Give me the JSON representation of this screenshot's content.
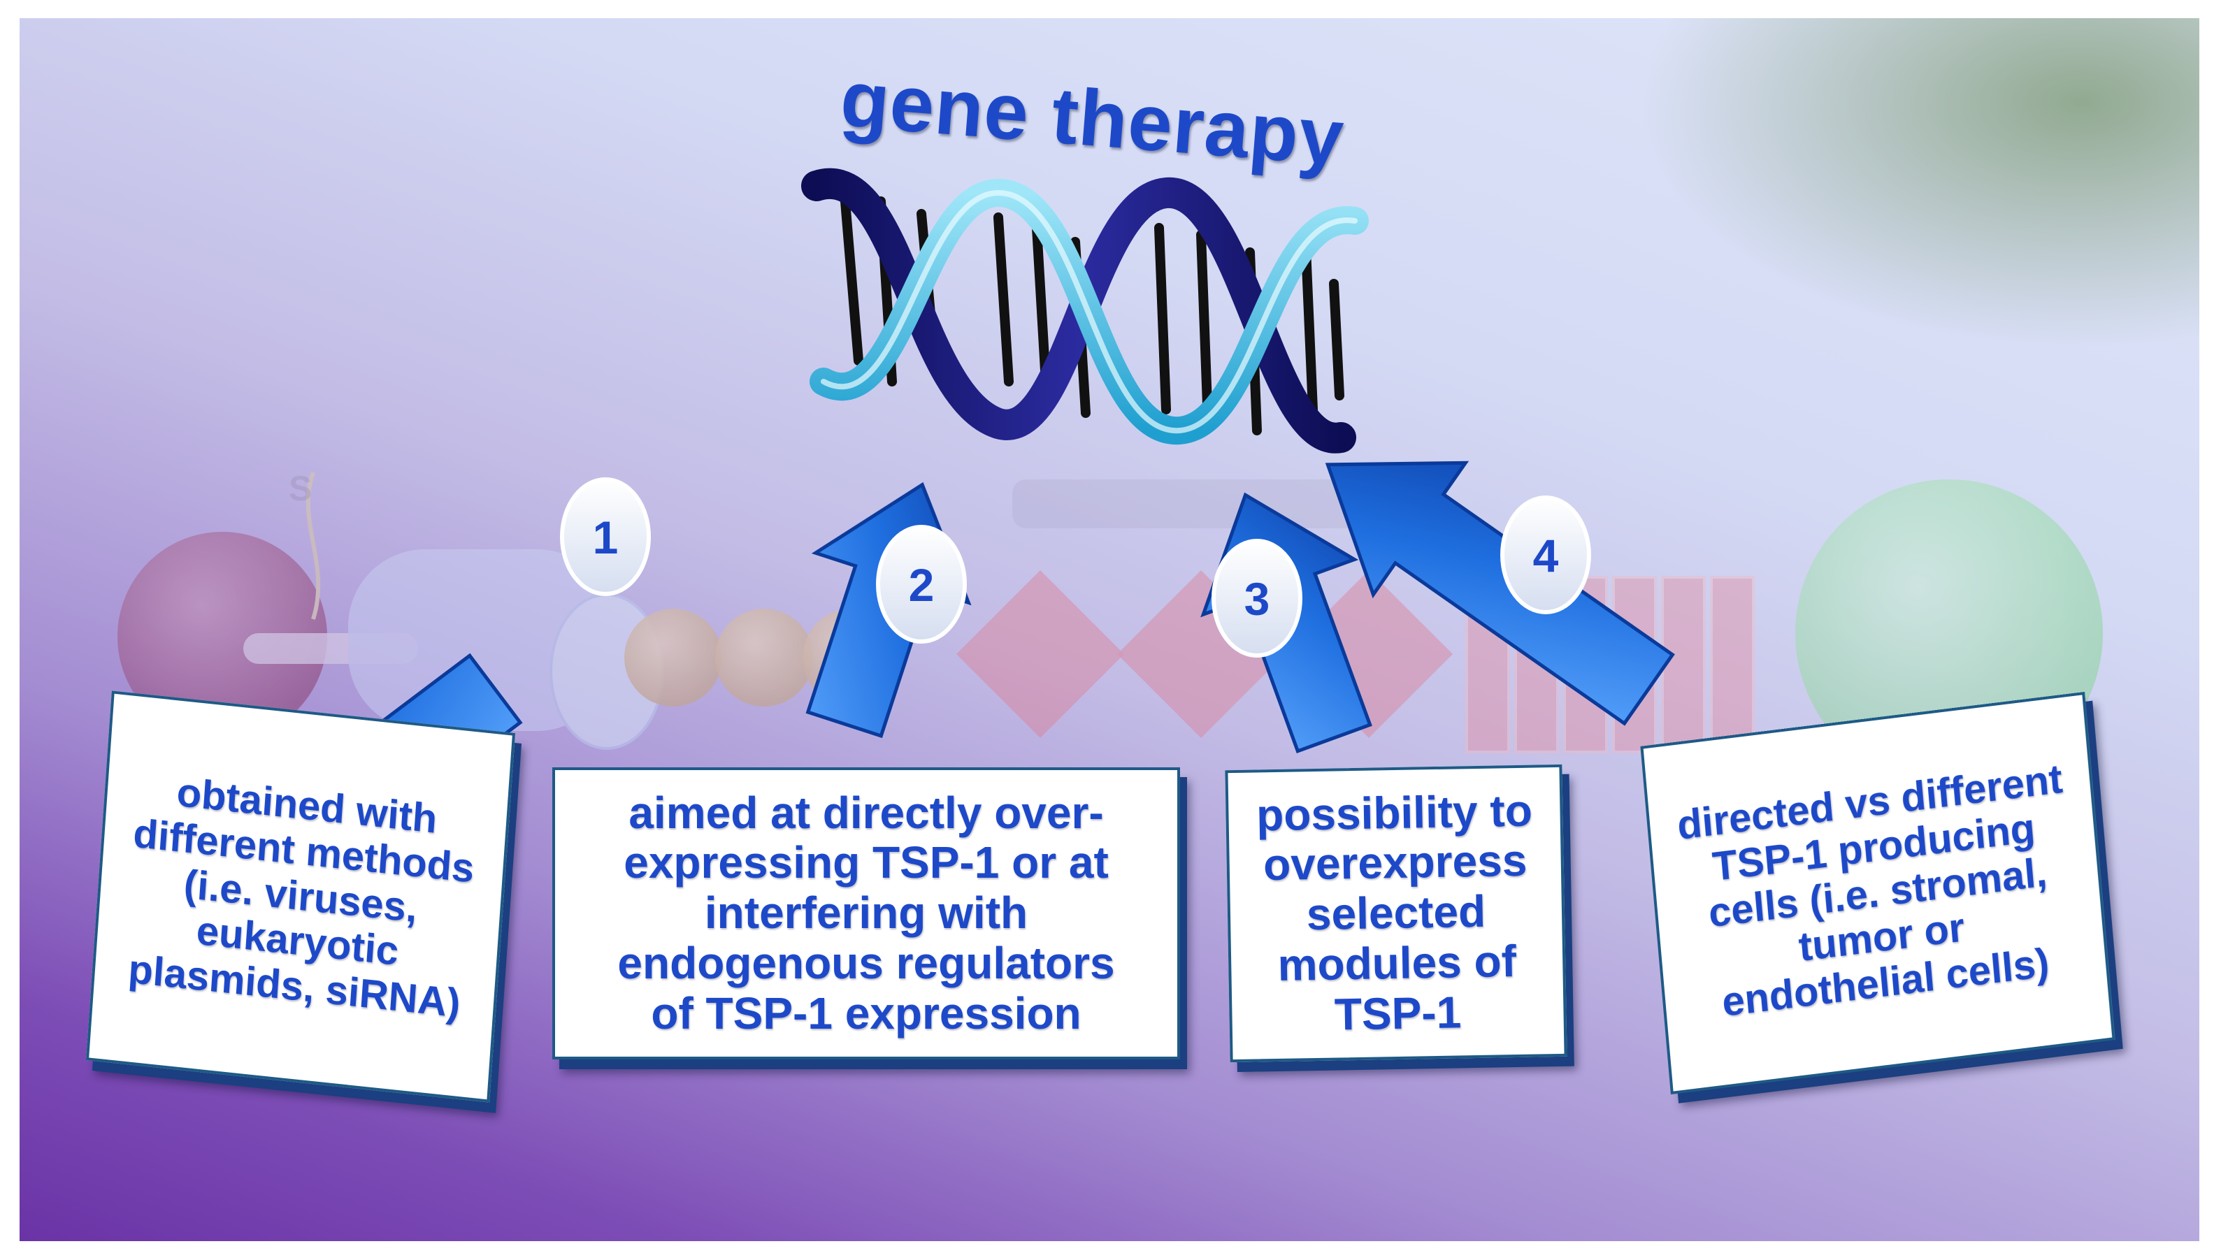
{
  "title": "gene therapy",
  "colors": {
    "text": "#1d49c9",
    "arrow": "#1f6fe0",
    "box_border": "#1e5a86",
    "helix_dark": "#141478",
    "helix_light": "#37b9de"
  },
  "icons": [
    "dna-double-helix-icon",
    "molecule-background-icon"
  ],
  "background_label": "S",
  "steps": [
    {
      "number": "1",
      "text": "obtained with\ndifferent methods\n(i.e. viruses,\neukaryotic\nplasmids, siRNA)"
    },
    {
      "number": "2",
      "text": "aimed at directly  over-\nexpressing TSP-1 or at\ninterfering with\nendogenous regulators\nof TSP-1 expression"
    },
    {
      "number": "3",
      "text": "possibility to\noverexpress\nselected\nmodules of\nTSP-1"
    },
    {
      "number": "4",
      "text": "directed vs different\nTSP-1 producing\ncells (i.e. stromal,\ntumor or\nendothelial cells)"
    }
  ]
}
